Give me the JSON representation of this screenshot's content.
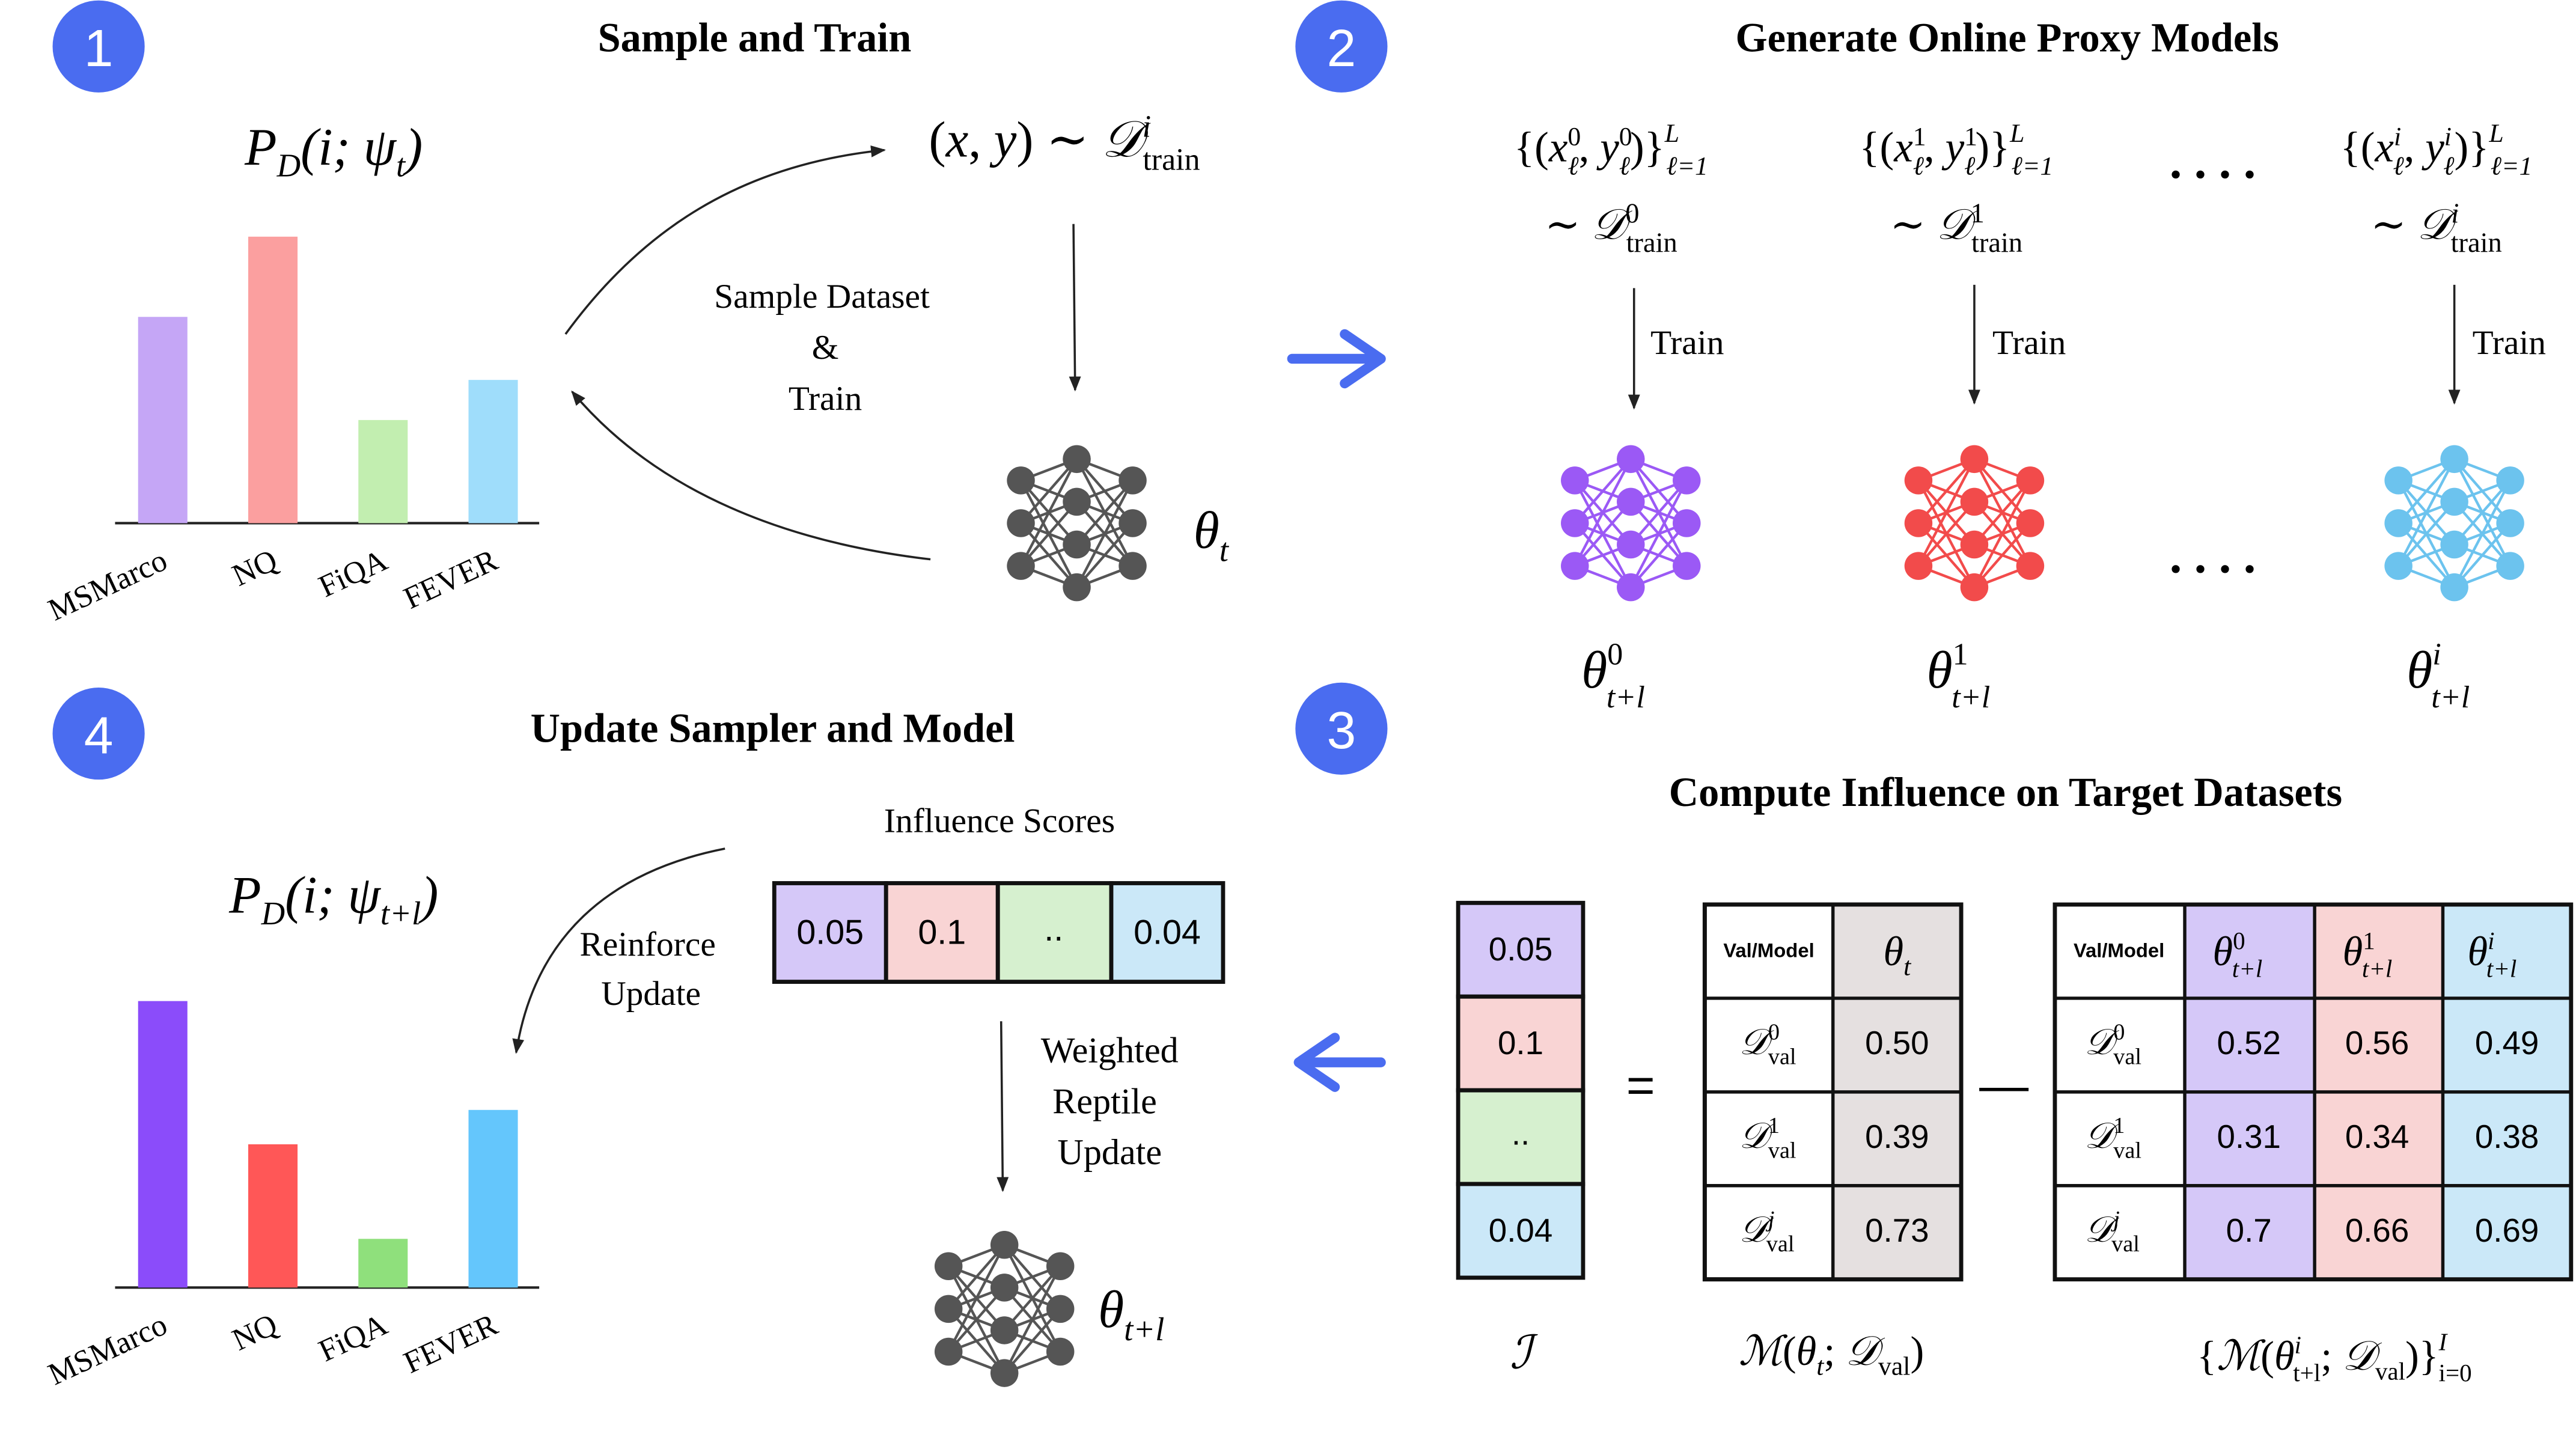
{
  "colors": {
    "badge": "#4A6CF0",
    "arrow": "#4A6CF0",
    "purple_light": "#C5A6F6",
    "red_light": "#FB9F9F",
    "green_light": "#C2EEB0",
    "blue_light": "#9FDDFB",
    "purple": "#8B4CFA",
    "red": "#FF5757",
    "green": "#8FE07C",
    "blue": "#64C6FC",
    "net_gray": "#555555",
    "net_purple": "#9B59F5",
    "net_red": "#F24B4B",
    "net_blue": "#6CC3EE",
    "cell_purple": "#D5C8F8",
    "cell_red": "#F9D4D4",
    "cell_green": "#D6F0CF",
    "cell_blue": "#CBE8F8",
    "cell_gray": "#E5E0E0"
  },
  "steps": [
    {
      "num": "1",
      "title": "Sample and Train"
    },
    {
      "num": "2",
      "title": "Generate Online Proxy Models"
    },
    {
      "num": "3",
      "title": "Compute Influence on Target Datasets"
    },
    {
      "num": "4",
      "title": "Update Sampler and Model"
    }
  ],
  "panel1": {
    "dist_label": "P_D(i; ψ_t)",
    "sample_label": [
      "Sample Dataset",
      "&",
      "Train"
    ],
    "sample_formula": "(x, y) ∼ D^i_train",
    "model_label": "θ_t"
  },
  "panel2": {
    "train_label": "Train",
    "dots": ". . . .",
    "proxies": [
      {
        "id": "0",
        "data_line1": "{(x^0_ℓ, y^0_ℓ)}^L_{ℓ=1}",
        "data_line2": "∼ D^0_train",
        "model": "θ^0_{t+l}"
      },
      {
        "id": "1",
        "data_line1": "{(x^1_ℓ, y^1_ℓ)}^L_{ℓ=1}",
        "data_line2": "∼ D^1_train",
        "model": "θ^1_{t+l}"
      },
      {
        "id": "i",
        "data_line1": "{(x^i_ℓ, y^i_ℓ)}^L_{ℓ=1}",
        "data_line2": "∼ D^i_train",
        "model": "θ^i_{t+l}"
      }
    ]
  },
  "panel3": {
    "influence_vector": [
      "0.05",
      "0.1",
      "..",
      "0.04"
    ],
    "influence_symbol": "I",
    "equals": "=",
    "minus": "—",
    "header": "Val/Model",
    "rows": [
      "D^0_val",
      "D^1_val",
      "D^j_val"
    ],
    "base_col": "θ_t",
    "base_values": [
      "0.50",
      "0.39",
      "0.73"
    ],
    "base_caption": "M(θ_t; D_val)",
    "proxy_cols": [
      "θ^0_{t+l}",
      "θ^1_{t+l}",
      "θ^i_{t+l}"
    ],
    "proxy_values": [
      [
        "0.52",
        "0.56",
        "0.49"
      ],
      [
        "0.31",
        "0.34",
        "0.38"
      ],
      [
        "0.7",
        "0.66",
        "0.69"
      ]
    ],
    "proxy_caption": "{M(θ^i_{t+l}; D_val)}^I_{i=0}"
  },
  "panel4": {
    "dist_label": "P_D(i; ψ_{t+l})",
    "scores_title": "Influence Scores",
    "scores": [
      "0.05",
      "0.1",
      "..",
      "0.04"
    ],
    "reinforce_label": [
      "Reinforce",
      "Update"
    ],
    "reptile_label": [
      "Weighted",
      "Reptile",
      "Update"
    ],
    "model_label": "θ_{t+l}"
  },
  "chart_data": [
    {
      "type": "bar",
      "categories": [
        "MSMarco",
        "NQ",
        "FiQA",
        "FEVER"
      ],
      "values": [
        0.72,
        1.0,
        0.36,
        0.5
      ],
      "colors": [
        "#C5A6F6",
        "#FB9F9F",
        "#C2EEB0",
        "#9FDDFB"
      ],
      "title": "P_D(i; ψ_t)",
      "ylim": [
        0,
        1.05
      ],
      "grid": false
    },
    {
      "type": "bar",
      "categories": [
        "MSMarco",
        "NQ",
        "FiQA",
        "FEVER"
      ],
      "values": [
        1.0,
        0.5,
        0.17,
        0.62
      ],
      "colors": [
        "#8B4CFA",
        "#FF5757",
        "#8FE07C",
        "#64C6FC"
      ],
      "title": "P_D(i; ψ_{t+l})",
      "ylim": [
        0,
        1.05
      ],
      "grid": false
    }
  ]
}
